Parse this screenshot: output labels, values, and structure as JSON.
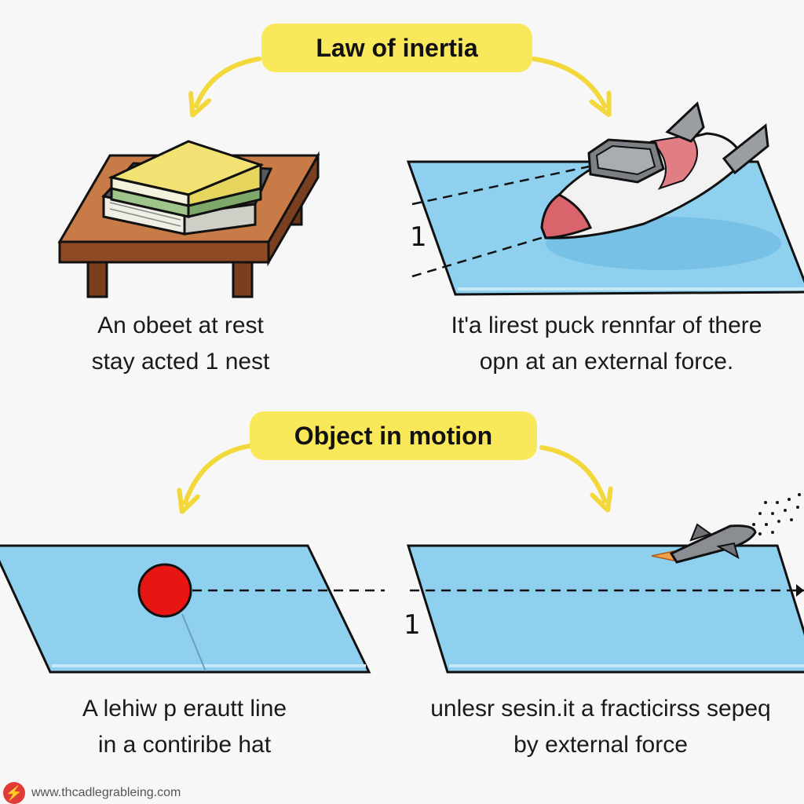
{
  "panels": {
    "top": {
      "heading": "Law of inertia",
      "left_caption": [
        "An obeet at rest",
        "stay acted 1 nest"
      ],
      "right_caption": [
        "It'a lirest puck rennfar of there",
        "opn at an external force."
      ],
      "right_marker": "1"
    },
    "bottom": {
      "heading": "Object in motion",
      "left_caption": [
        "A lehiw p erautt line",
        "in a contiribe hat"
      ],
      "right_caption": [
        "unlesr sesin.it a fracticirss sepeq",
        "by external force"
      ],
      "right_marker": "1"
    }
  },
  "footer": {
    "url": "www.thcadlegrableing.com",
    "logo_glyph": "⚡"
  },
  "colors": {
    "pill": "#f9e85a",
    "arrow": "#f2d83b",
    "ice": "#8fd0ef",
    "ball": "#e81515"
  }
}
